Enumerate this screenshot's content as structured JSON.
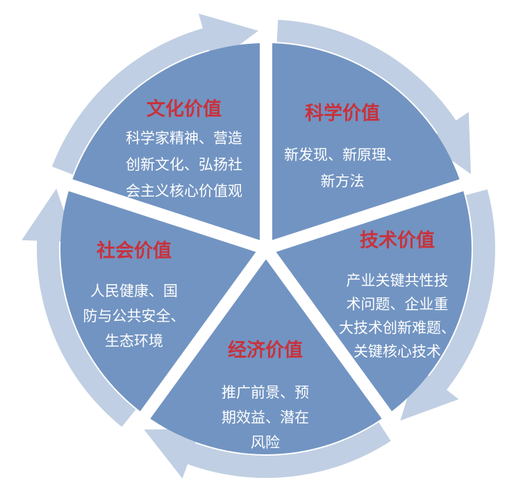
{
  "colors": {
    "segment_fill": "#7294c2",
    "ring_arrow": "#c0cfe3",
    "title_text": "#c8323c",
    "body_text": "#ffffff",
    "divider": "#ffffff"
  },
  "segments": [
    {
      "id": "culture",
      "icon": "circular-arrow-segment",
      "title": "文化价值",
      "lines": [
        "科学家精神、营造",
        "创新文化、弘扬社",
        "会主义核心价值观"
      ]
    },
    {
      "id": "science",
      "icon": "circular-arrow-segment",
      "title": "科学价值",
      "lines": [
        "新发现、新原理、",
        "新方法"
      ]
    },
    {
      "id": "technology",
      "icon": "circular-arrow-segment",
      "title": "技术价值",
      "lines": [
        "产业关键共性技",
        "术问题、企业重",
        "大技术创新难题、",
        "关键核心技术"
      ]
    },
    {
      "id": "economy",
      "icon": "circular-arrow-segment",
      "title": "经济价值",
      "lines": [
        "推广前景、预",
        "期效益、潜在",
        "风险"
      ]
    },
    {
      "id": "society",
      "icon": "circular-arrow-segment",
      "title": "社会价值",
      "lines": [
        "人民健康、国",
        "防与公共安全、",
        "生态环境"
      ]
    }
  ]
}
